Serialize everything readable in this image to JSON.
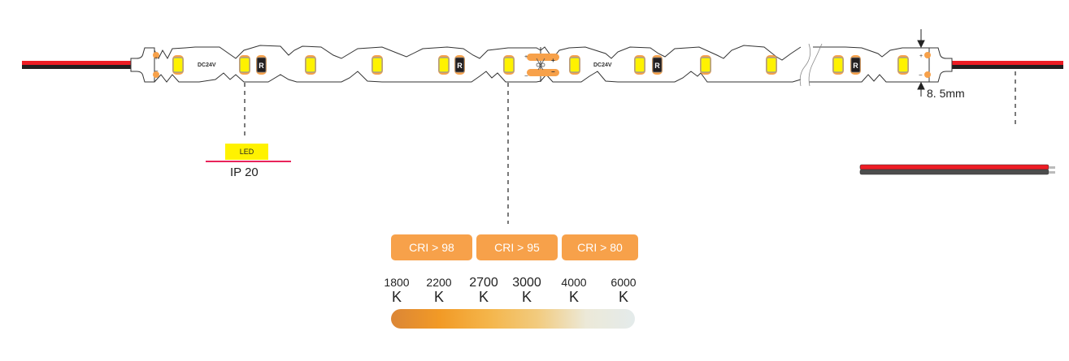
{
  "strip": {
    "voltage_label_1": "DC24V",
    "voltage_label_2": "DC24V",
    "resistor_glyph": "R",
    "plus_sign": "+",
    "minus_sign": "−",
    "width_dimension": "8. 5mm"
  },
  "callouts": {
    "led_tag": "LED",
    "ip_rating": "IP 20"
  },
  "cri_options": [
    {
      "label": "CRI > 98"
    },
    {
      "label": "CRI > 95"
    },
    {
      "label": "CRI > 80"
    }
  ],
  "color_temperatures": [
    {
      "value": "1800",
      "unit": "K"
    },
    {
      "value": "2200",
      "unit": "K"
    },
    {
      "value": "2700",
      "unit": "K"
    },
    {
      "value": "3000",
      "unit": "K"
    },
    {
      "value": "4000",
      "unit": "K"
    },
    {
      "value": "6000",
      "unit": "K"
    }
  ],
  "colors": {
    "wire_red": "#ed1c24",
    "wire_black": "#231f20",
    "wire_grey": "#4d4d4d",
    "led_yellow": "#fff200",
    "pad_orange": "#f7a14a",
    "cri_orange": "#f7a14a",
    "ip_underline": "#e8245a",
    "gradient_stops": [
      "#db8636",
      "#f29a26",
      "#f4b54a",
      "#f2cb7e",
      "#ece9d8",
      "#e4ebeb"
    ]
  }
}
